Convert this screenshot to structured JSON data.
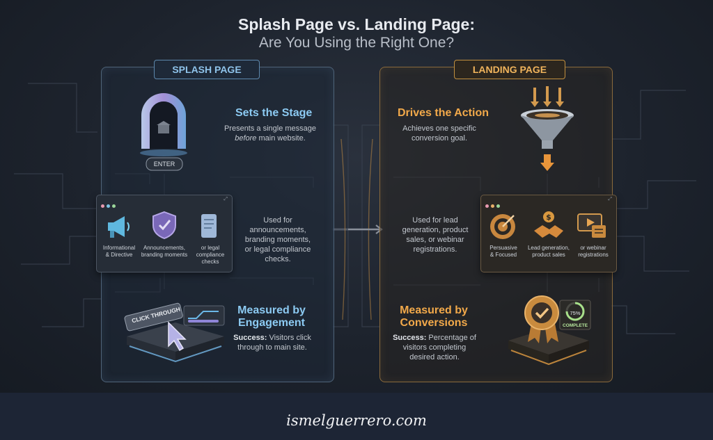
{
  "title": "Splash Page vs. Landing Page:",
  "subtitle": "Are You Using the Right One?",
  "splash": {
    "tab": "SPLASH PAGE",
    "enter_label": "ENTER",
    "heading1": "Sets the Stage",
    "desc1_line1": "Presents a single message",
    "desc1_em": "before",
    "desc1_rest": " main website.",
    "cells": [
      {
        "label_lines": [
          "Informational",
          "& Directive"
        ],
        "icon": "megaphone-icon"
      },
      {
        "label_lines": [
          "Announcements,",
          "branding moments"
        ],
        "icon": "shield-icon"
      },
      {
        "label_lines": [
          "or legal",
          "compliance",
          "checks"
        ],
        "icon": "scroll-icon"
      }
    ],
    "uses_lines": [
      "Used for",
      "announcements,",
      "branding moments,",
      "or legal compliance",
      "checks."
    ],
    "click_label": "CLICK THROUGH",
    "heading2_line1": "Measured by",
    "heading2_line2": "Engagement",
    "success_label": "Success:",
    "success_rest": " Visitors click",
    "success_line2": "through to main site."
  },
  "landing": {
    "tab": "LANDING PAGE",
    "heading1": "Drives the Action",
    "desc1_line1": "Achieves one specific",
    "desc1_line2": "conversion goal.",
    "uses_lines": [
      "Used for lead",
      "generation, product",
      "sales, or webinar",
      "registrations."
    ],
    "cells": [
      {
        "label_lines": [
          "Persuasive",
          "& Focused"
        ],
        "icon": "target-icon"
      },
      {
        "label_lines": [
          "Lead generation,",
          "product sales"
        ],
        "icon": "handshake-icon"
      },
      {
        "label_lines": [
          "or webinar",
          "registrations"
        ],
        "icon": "video-icon"
      }
    ],
    "heading2_line1": "Measured by",
    "heading2_line2": "Conversions",
    "success_label": "Success:",
    "success_rest": " Percentage of",
    "success_line2": "visitors completing",
    "success_line3": "desired action.",
    "badge_percent": "75%",
    "badge_label": "COMPLETE"
  },
  "footer": "ismelguerrero.com",
  "colors": {
    "splash_accent": "#8ccaf2",
    "landing_accent": "#f2a94a",
    "background": "#1d232d"
  }
}
